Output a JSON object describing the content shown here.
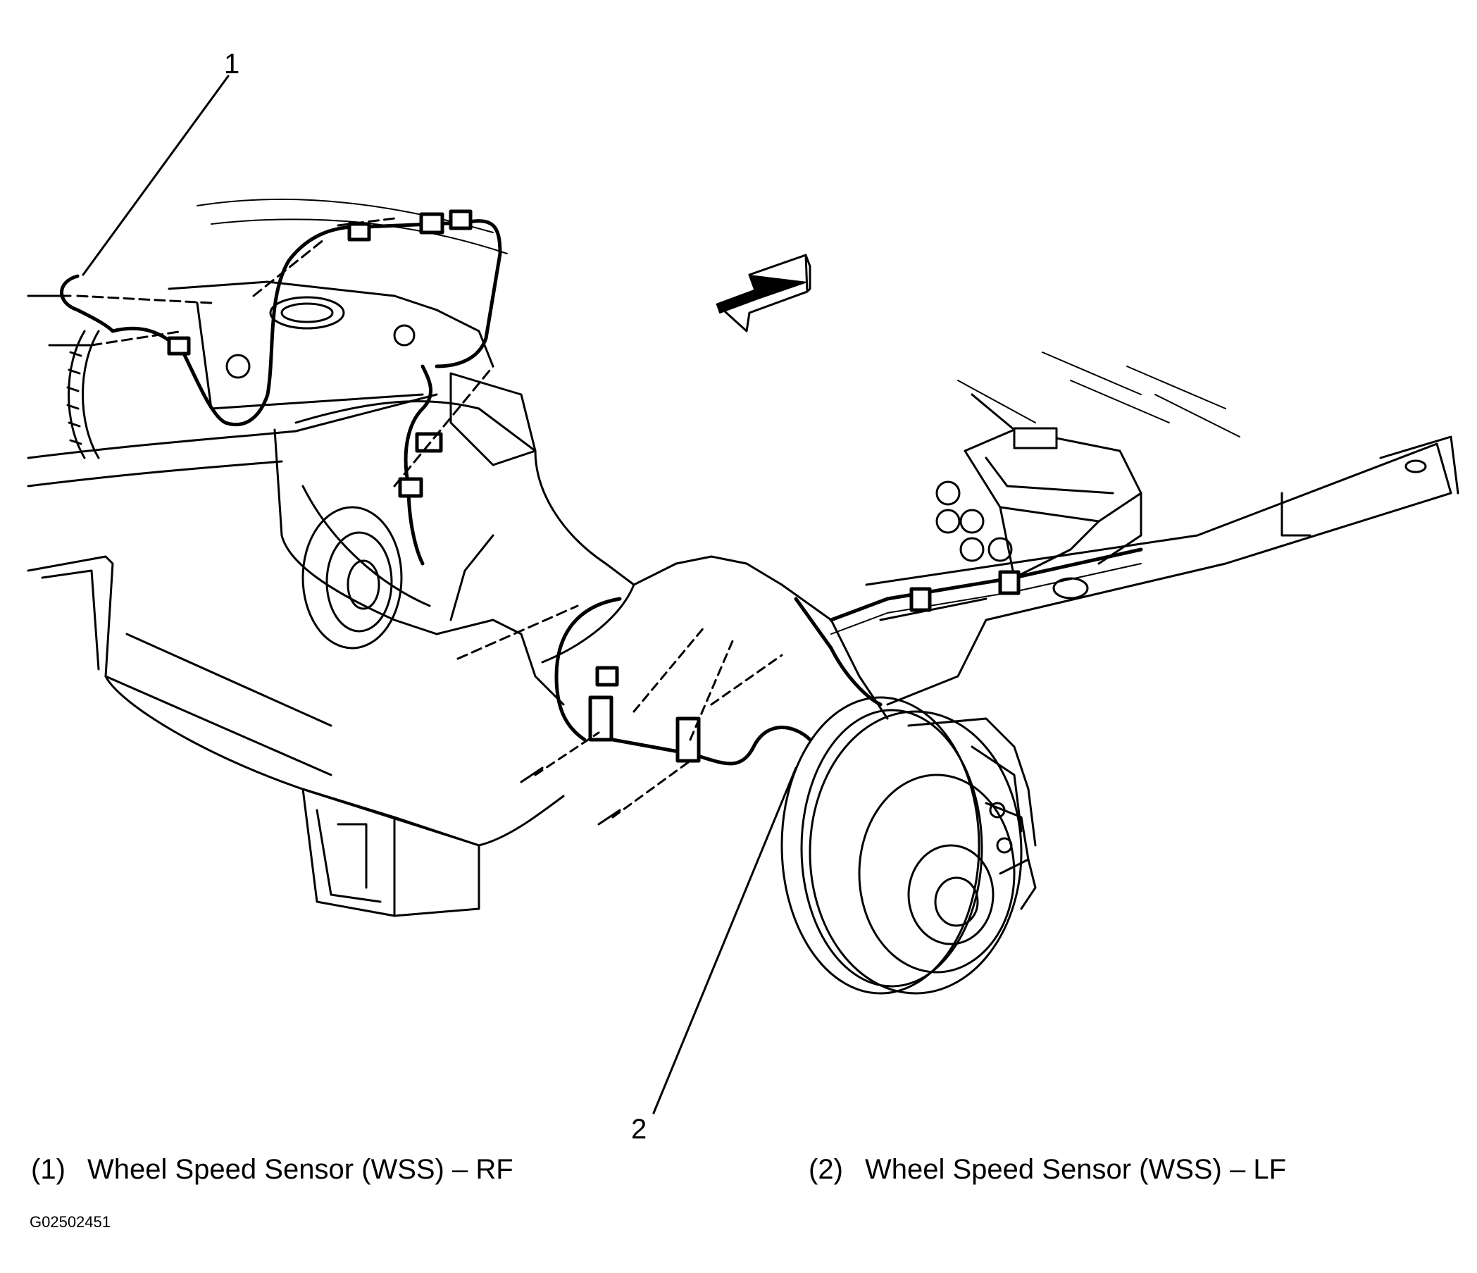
{
  "callouts": {
    "one": "1",
    "two": "2"
  },
  "legend": [
    {
      "number": "(1)",
      "text": "Wheel Speed Sensor (WSS) – RF"
    },
    {
      "number": "(2)",
      "text": "Wheel Speed Sensor (WSS) – LF"
    }
  ],
  "figure_id": "G02502451",
  "colors": {
    "line": "#000000",
    "background": "#ffffff"
  }
}
